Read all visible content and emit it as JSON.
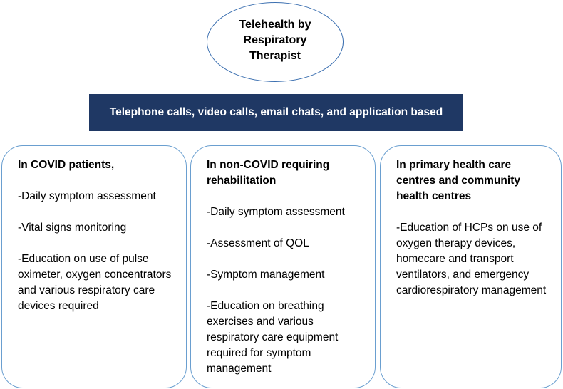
{
  "top_node": {
    "title": "Telehealth by Respiratory Therapist"
  },
  "banner": {
    "text": "Telephone calls, video calls, email chats, and application based"
  },
  "columns": [
    {
      "heading": "In COVID patients,",
      "items": [
        "-Daily symptom assessment",
        "-Vital signs monitoring",
        "-Education on use of pulse oximeter, oxygen concentrators and various respiratory care devices required"
      ]
    },
    {
      "heading": "In non-COVID requiring rehabilitation",
      "items": [
        "-Daily symptom assessment",
        "-Assessment of QOL",
        "-Symptom management",
        "-Education on breathing exercises and various respiratory care equipment required for symptom management"
      ]
    },
    {
      "heading": "In primary health care centres and community health centres",
      "items": [
        "-Education of HCPs on use of oxygen therapy devices, homecare and transport ventilators, and emergency cardiorespiratory management"
      ]
    }
  ],
  "colors": {
    "banner_bg": "#1f3864",
    "ellipse_border": "#3b6fb0",
    "box_border": "#6a9fd0"
  }
}
